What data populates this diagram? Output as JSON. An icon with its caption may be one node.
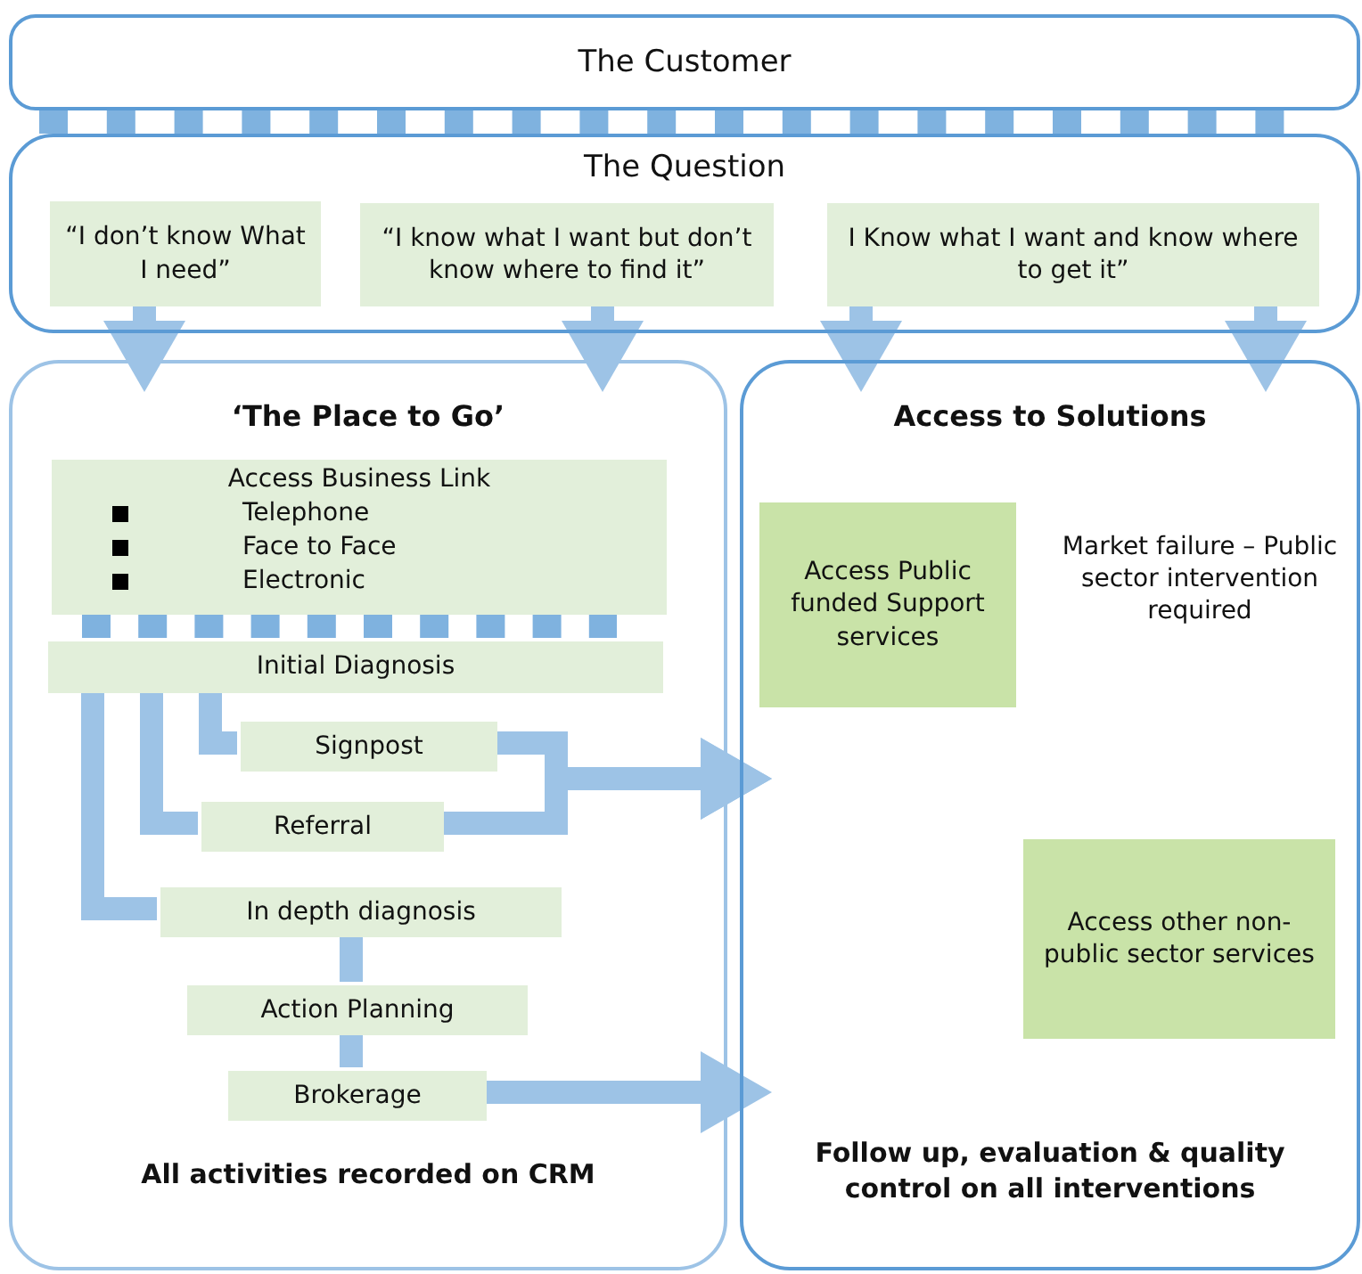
{
  "diagram": {
    "nodes": [
      {
        "text": [
          "The Customer"
        ]
      },
      {
        "text": [
          "The Question"
        ]
      },
      {
        "text": [
          "“I don’t know What I need”"
        ],
        "in": 1
      },
      {
        "text": [
          "“I know what I want but don’t know where to find it”"
        ],
        "in": 1
      },
      {
        "text": [
          "I Know what I want and know where to get it”"
        ],
        "in": 1
      },
      {
        "text": [
          "‘The Place to Go’",
          "All activities recorded on CRM"
        ]
      },
      {
        "text": [
          "Access Business Link",
          "Telephone",
          "Face to Face",
          "Electronic"
        ],
        "in": 5
      },
      {
        "text": [
          "Initial Diagnosis"
        ],
        "in": 5
      },
      {
        "text": [
          "Signpost"
        ],
        "in": 5
      },
      {
        "text": [
          "Referral"
        ],
        "in": 5
      },
      {
        "text": [
          "In depth diagnosis"
        ],
        "in": 5
      },
      {
        "text": [
          "Action Planning"
        ],
        "in": 5
      },
      {
        "text": [
          "Brokerage"
        ],
        "in": 5
      },
      {
        "text": [
          "Access to Solutions",
          "Market failure – Public sector intervention required",
          "Follow up, evaluation & quality control on all interventions"
        ]
      },
      {
        "text": [
          "Access Public funded Support services"
        ],
        "in": 13
      },
      {
        "text": [
          "Access other non-public sector services"
        ],
        "in": 13
      }
    ],
    "edges": [
      {
        "from": 0,
        "to": 1,
        "arrow": "none",
        "style": "dashed"
      },
      {
        "from": 2,
        "to": 5,
        "arrow": "to"
      },
      {
        "from": 3,
        "to": 5,
        "arrow": "to"
      },
      {
        "from": 4,
        "to": 13,
        "arrow": "to"
      },
      {
        "from": 4,
        "to": 13,
        "arrow": "to"
      },
      {
        "from": 6,
        "to": 7,
        "arrow": "none",
        "style": "dashed"
      },
      {
        "from": 7,
        "to": 8,
        "arrow": "none"
      },
      {
        "from": 7,
        "to": 9,
        "arrow": "none"
      },
      {
        "from": 7,
        "to": 10,
        "arrow": "none"
      },
      {
        "from": 8,
        "to": 13,
        "arrow": "to"
      },
      {
        "from": 9,
        "to": 13,
        "arrow": "to"
      },
      {
        "from": 10,
        "to": 11,
        "arrow": "none"
      },
      {
        "from": 11,
        "to": 12,
        "arrow": "none"
      },
      {
        "from": 12,
        "to": 13,
        "arrow": "to"
      }
    ]
  }
}
